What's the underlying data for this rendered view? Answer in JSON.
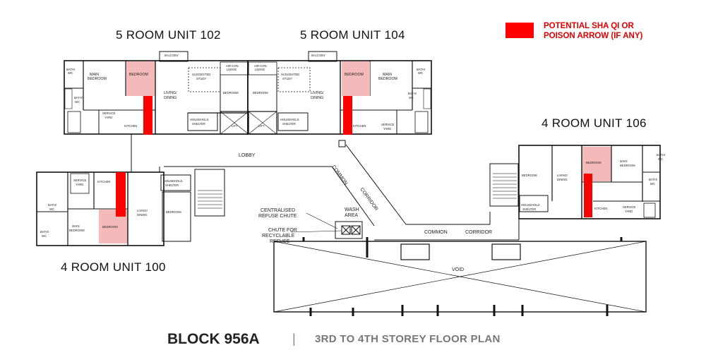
{
  "legend": {
    "color": "#ff0000",
    "line1": "POTENTIAL SHA QI OR",
    "line2": "POISON ARROW (IF ANY)"
  },
  "units": {
    "u102": "5 ROOM  UNIT 102",
    "u104": "5 ROOM  UNIT 104",
    "u106": "4 ROOM  UNIT 106",
    "u100": "4 ROOM  UNIT 100"
  },
  "footer": {
    "block": "BLOCK 956A",
    "separator": "|",
    "subtitle": "3RD TO 4TH STOREY FLOOR PLAN"
  },
  "rooms": {
    "balcony": "BALCONY",
    "bath_wc_1": "BATH/",
    "bath_wc_2": "WC",
    "main_bedroom_1": "MAIN",
    "main_bedroom_2": "BEDROOM",
    "bedroom": "BEDROOM",
    "bedroom_alt": "BEDROOM",
    "aircon_1": "AIR-CON",
    "aircon_2": "LEDGE",
    "suggested_1": "SUGGESTED",
    "suggested_2": "STUDY",
    "living_1": "LIVING/",
    "living_2": "DINING",
    "service_1": "SERVICE",
    "service_2": "YARD",
    "kitchen": "KITCHEN",
    "household_1": "HOUSEHOLD",
    "household_2": "SHELTER",
    "lift": "LIFT"
  },
  "labels": {
    "lobby": "LOBBY",
    "common": "COMMON",
    "corridor": "CORRIDOR",
    "wash_1": "WASH",
    "wash_2": "AREA",
    "centralised_1": "CENTRALISED",
    "centralised_2": "REFUSE CHUTE",
    "chute_1": "CHUTE FOR",
    "chute_2": "RECYCLABLE",
    "chute_3": "REFUSE",
    "void": "VOID"
  }
}
